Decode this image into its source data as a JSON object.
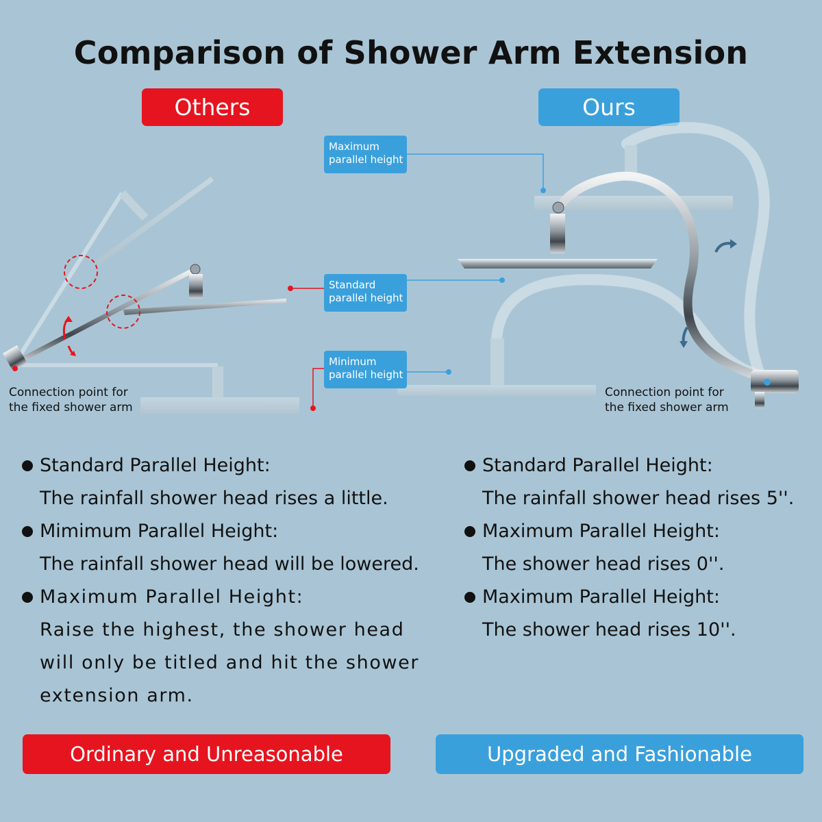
{
  "title": "Comparison of Shower Arm Extension",
  "labels": {
    "others": "Others",
    "ours": "Ours"
  },
  "callouts": {
    "maximum": {
      "line1": "Maximum",
      "line2": "parallel height"
    },
    "standard": {
      "line1": "Standard",
      "line2": "parallel height"
    },
    "minimum": {
      "line1": "Minimum",
      "line2": "parallel height"
    }
  },
  "connection_point": {
    "line1": "Connection point for",
    "line2": "the fixed shower arm"
  },
  "others_points": [
    {
      "heading": "Standard Parallel Height:",
      "text": [
        "The rainfall shower head rises a little."
      ]
    },
    {
      "heading": "Mimimum Parallel Height:",
      "text": [
        "The rainfall shower head will be lowered."
      ]
    },
    {
      "heading": "Maximum Parallel Height:",
      "text": [
        "Raise the highest, the shower head",
        "will only be titled and hit the shower",
        "extension arm."
      ]
    }
  ],
  "ours_points": [
    {
      "heading": "Standard Parallel Height:",
      "text": [
        "The rainfall shower head rises 5''."
      ]
    },
    {
      "heading": "Maximum Parallel Height:",
      "text": [
        "The shower head rises 0''."
      ]
    },
    {
      "heading": "Maximum Parallel Height:",
      "text": [
        "The shower head rises 10''."
      ]
    }
  ],
  "footer": {
    "others": "Ordinary and Unreasonable",
    "ours": "Upgraded and Fashionable"
  },
  "colors": {
    "background": "#a9c5d5",
    "red": "#e6141f",
    "blue": "#3aa0dc",
    "chrome": "#8c959c"
  }
}
